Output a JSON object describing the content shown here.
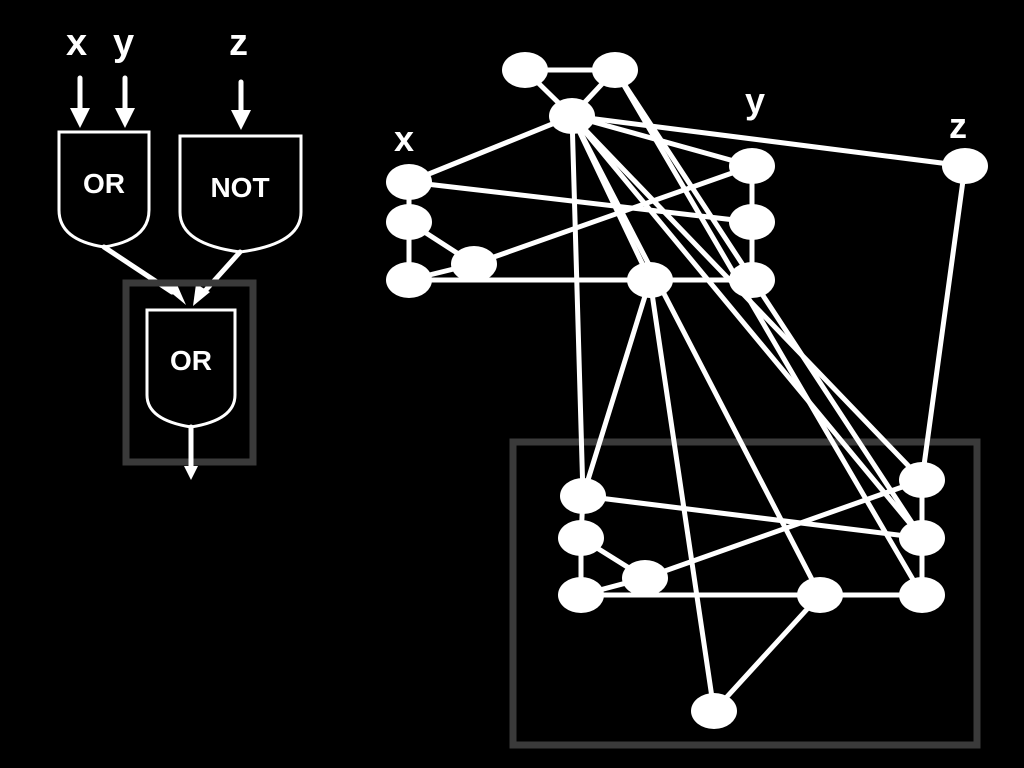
{
  "colors": {
    "background": "#000000",
    "foreground": "#ffffff",
    "highlight_frame": "#3a3a3a"
  },
  "circuit": {
    "inputs": [
      {
        "id": "x",
        "label": "x"
      },
      {
        "id": "y",
        "label": "y"
      },
      {
        "id": "z",
        "label": "z"
      }
    ],
    "gates": [
      {
        "id": "g1",
        "label": "OR",
        "inputs": [
          "x",
          "y"
        ]
      },
      {
        "id": "g2",
        "label": "NOT",
        "inputs": [
          "z"
        ]
      },
      {
        "id": "g3",
        "label": "OR",
        "inputs": [
          "g1",
          "g2"
        ],
        "highlighted": true
      }
    ]
  },
  "graph": {
    "labels": [
      {
        "id": "x",
        "text": "x"
      },
      {
        "id": "y",
        "text": "y"
      },
      {
        "id": "z",
        "text": "z"
      }
    ],
    "nodes": [
      "t1",
      "t2",
      "top",
      "x1",
      "x2",
      "x3",
      "xm",
      "y1",
      "y2",
      "y3",
      "zn",
      "mid",
      "b1",
      "b2",
      "b3",
      "bm",
      "r1",
      "r2",
      "r3",
      "bmid",
      "bottom"
    ],
    "edges": [
      [
        "t1",
        "t2"
      ],
      [
        "t1",
        "top"
      ],
      [
        "t2",
        "top"
      ],
      [
        "top",
        "x1"
      ],
      [
        "top",
        "zn"
      ],
      [
        "top",
        "y1"
      ],
      [
        "top",
        "b1"
      ],
      [
        "top",
        "bmid"
      ],
      [
        "top",
        "r1"
      ],
      [
        "top",
        "r2"
      ],
      [
        "t2",
        "r3"
      ],
      [
        "t2",
        "r2"
      ],
      [
        "top",
        "mid"
      ],
      [
        "x1",
        "x2"
      ],
      [
        "x2",
        "x3"
      ],
      [
        "x2",
        "xm"
      ],
      [
        "x3",
        "xm"
      ],
      [
        "x1",
        "y2"
      ],
      [
        "xm",
        "y1"
      ],
      [
        "x3",
        "y3"
      ],
      [
        "y1",
        "y2"
      ],
      [
        "y2",
        "y3"
      ],
      [
        "mid",
        "y3"
      ],
      [
        "mid",
        "bottom"
      ],
      [
        "mid",
        "b1"
      ],
      [
        "zn",
        "r1"
      ],
      [
        "b1",
        "b2"
      ],
      [
        "b2",
        "b3"
      ],
      [
        "b2",
        "bm"
      ],
      [
        "b3",
        "bm"
      ],
      [
        "b1",
        "r2"
      ],
      [
        "bm",
        "r1"
      ],
      [
        "b3",
        "r3"
      ],
      [
        "r1",
        "r2"
      ],
      [
        "r2",
        "r3"
      ],
      [
        "bmid",
        "r3"
      ],
      [
        "bottom",
        "bmid"
      ]
    ],
    "highlighted_nodes": [
      "b1",
      "b2",
      "b3",
      "bm",
      "r1",
      "r2",
      "r3",
      "bmid",
      "bottom"
    ]
  }
}
